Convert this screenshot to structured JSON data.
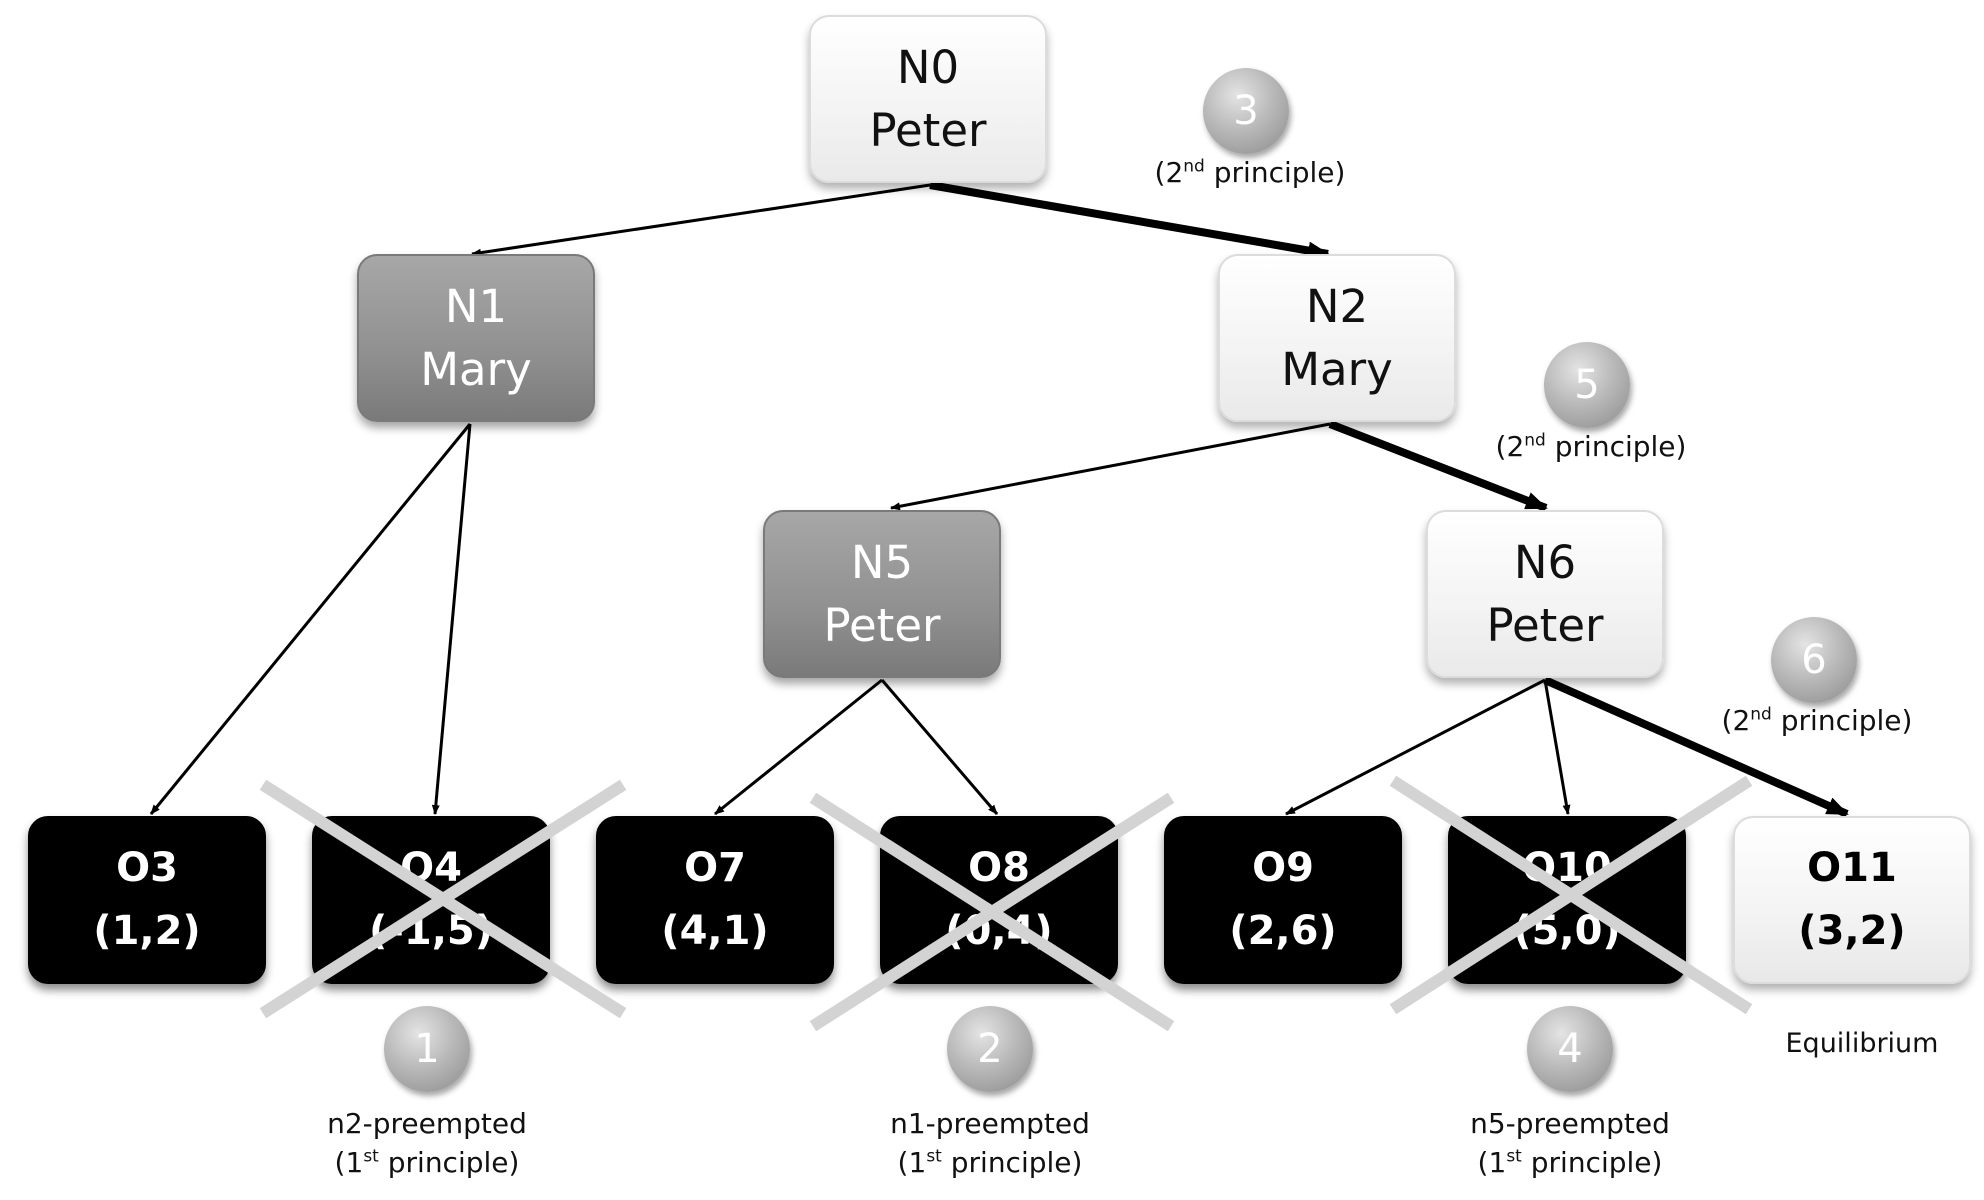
{
  "nodes": {
    "n0": {
      "id": "N0",
      "player": "Peter"
    },
    "n1": {
      "id": "N1",
      "player": "Mary"
    },
    "n2": {
      "id": "N2",
      "player": "Mary"
    },
    "n5": {
      "id": "N5",
      "player": "Peter"
    },
    "n6": {
      "id": "N6",
      "player": "Peter"
    },
    "o3": {
      "id": "O3",
      "payoff": "(1,2)"
    },
    "o4": {
      "id": "O4",
      "payoff": "(-1,5)"
    },
    "o7": {
      "id": "O7",
      "payoff": "(4,1)"
    },
    "o8": {
      "id": "O8",
      "payoff": "(0,4)"
    },
    "o9": {
      "id": "O9",
      "payoff": "(2,6)"
    },
    "o10": {
      "id": "O10",
      "payoff": "(5,0)"
    },
    "o11": {
      "id": "O11",
      "payoff": "(3,2)"
    }
  },
  "steps": {
    "s1": {
      "num": "1",
      "label": "n2-preempted",
      "principle_ord": "1",
      "principle_sup": "st",
      "principle_text": "principle"
    },
    "s2": {
      "num": "2",
      "label": "n1-preempted",
      "principle_ord": "1",
      "principle_sup": "st",
      "principle_text": "principle"
    },
    "s3": {
      "num": "3",
      "principle_ord": "2",
      "principle_sup": "nd",
      "principle_text": "principle"
    },
    "s4": {
      "num": "4",
      "label": "n5-preempted",
      "principle_ord": "1",
      "principle_sup": "st",
      "principle_text": "principle"
    },
    "s5": {
      "num": "5",
      "principle_ord": "2",
      "principle_sup": "nd",
      "principle_text": "principle"
    },
    "s6": {
      "num": "6",
      "principle_ord": "2",
      "principle_sup": "nd",
      "principle_text": "principle"
    }
  },
  "equilibrium_label": "Equilibrium",
  "colors": {
    "edge": "#000000",
    "cross": "#d3d3d3",
    "eliminated_box": "#000000",
    "chosen_box": "#f2f2f2",
    "mary_node": "#949494"
  }
}
